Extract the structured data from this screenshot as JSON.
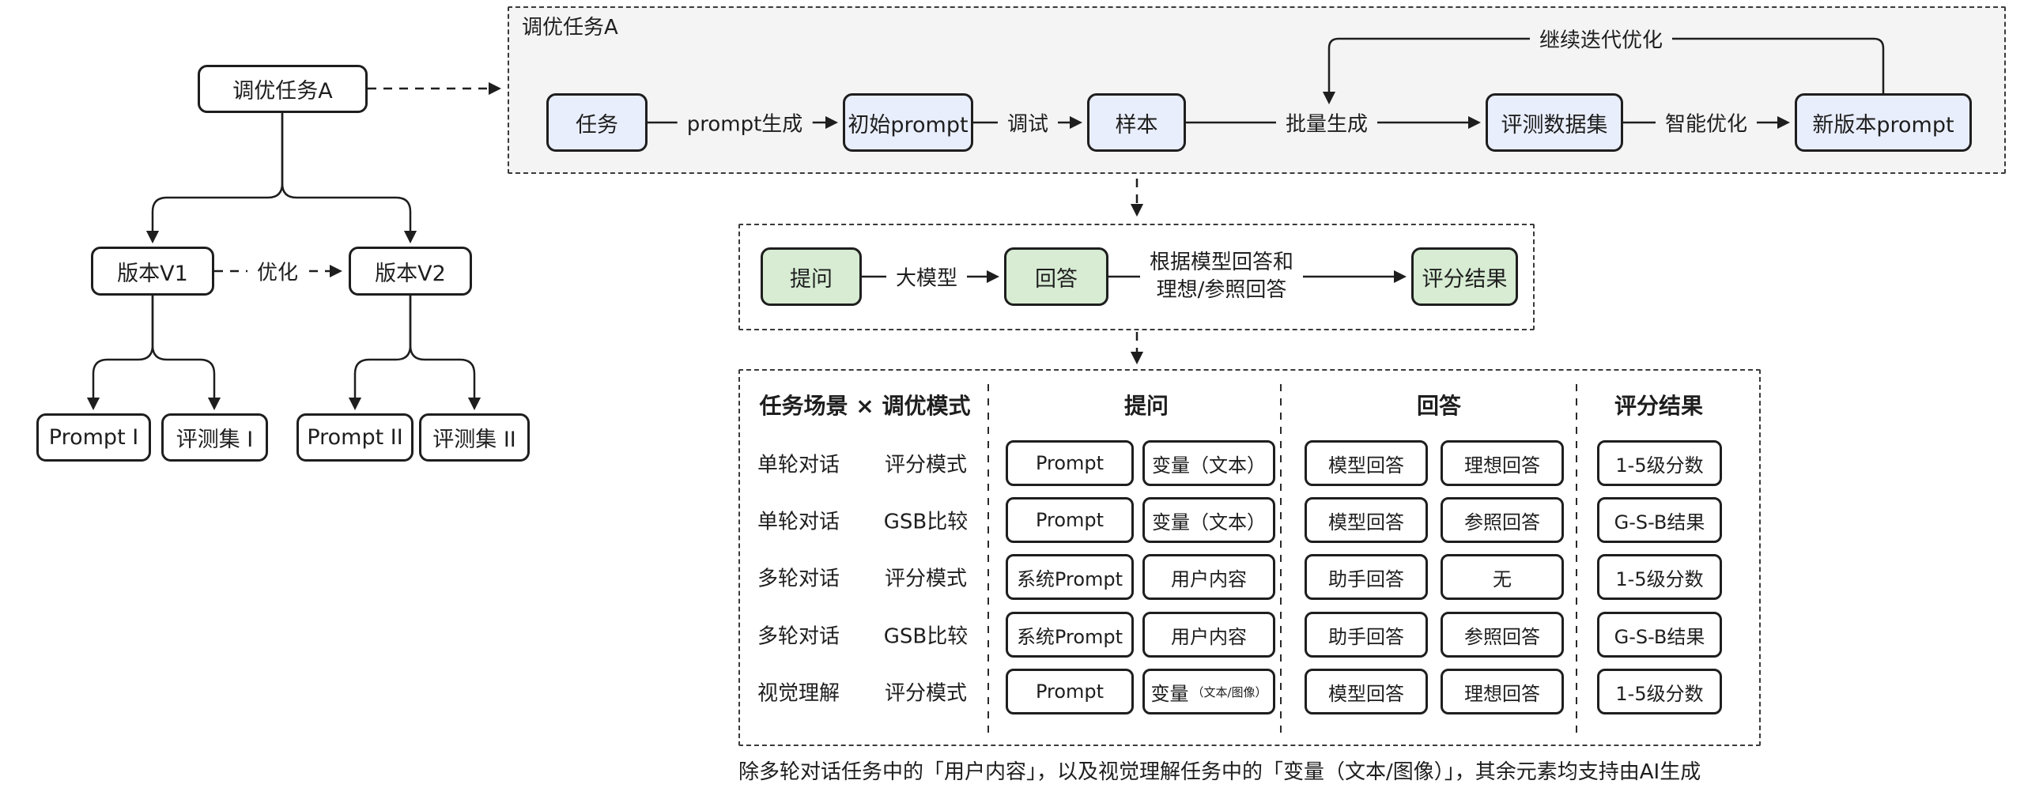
{
  "colors": {
    "blue_fill": "#e9eefc",
    "green_fill": "#d7ecd3",
    "gray_container_fill": "#f4f4f5",
    "stroke": "#1e1e1e"
  },
  "tree": {
    "root": "调优任务A",
    "version1": "版本V1",
    "version2": "版本V2",
    "optimize_edge": "优化",
    "prompt1": "Prompt I",
    "evalset1": "评测集 I",
    "prompt2": "Prompt II",
    "evalset2": "评测集 II"
  },
  "pipeline": {
    "label": "调优任务A",
    "node_task": "任务",
    "node_initial_prompt": "初始prompt",
    "node_sample": "样本",
    "node_eval_dataset": "评测数据集",
    "node_new_prompt": "新版本prompt",
    "edge_prompt_gen": "prompt生成",
    "edge_debug": "调试",
    "edge_batch_gen": "批量生成",
    "edge_smart_opt": "智能优化",
    "edge_iterate": "继续迭代优化"
  },
  "flow": {
    "node_question": "提问",
    "node_answer": "回答",
    "node_score": "评分结果",
    "edge_llm": "大模型",
    "edge_score_line1": "根据模型回答和",
    "edge_score_line2": "理想/参照回答"
  },
  "matrix": {
    "header_scene_mode": "任务场景 × 调优模式",
    "header_question": "提问",
    "header_answer": "回答",
    "header_score": "评分结果",
    "rows": [
      {
        "scene": "单轮对话",
        "mode": "评分模式",
        "q1": "Prompt",
        "q2": "变量（文本）",
        "a1": "模型回答",
        "a2": "理想回答",
        "score": "1-5级分数"
      },
      {
        "scene": "单轮对话",
        "mode": "GSB比较",
        "q1": "Prompt",
        "q2": "变量（文本）",
        "a1": "模型回答",
        "a2": "参照回答",
        "score": "G-S-B结果"
      },
      {
        "scene": "多轮对话",
        "mode": "评分模式",
        "q1": "系统Prompt",
        "q2": "用户内容",
        "a1": "助手回答",
        "a2": "无",
        "score": "1-5级分数"
      },
      {
        "scene": "多轮对话",
        "mode": "GSB比较",
        "q1": "系统Prompt",
        "q2": "用户内容",
        "a1": "助手回答",
        "a2": "参照回答",
        "score": "G-S-B结果"
      },
      {
        "scene": "视觉理解",
        "mode": "评分模式",
        "q1": "Prompt",
        "q2": "变量",
        "q2_sub": "（文本/图像）",
        "a1": "模型回答",
        "a2": "理想回答",
        "score": "1-5级分数"
      }
    ],
    "footnote": "除多轮对话任务中的「用户内容」，以及视觉理解任务中的「变量（文本/图像）」，其余元素均支持由AI生成"
  }
}
